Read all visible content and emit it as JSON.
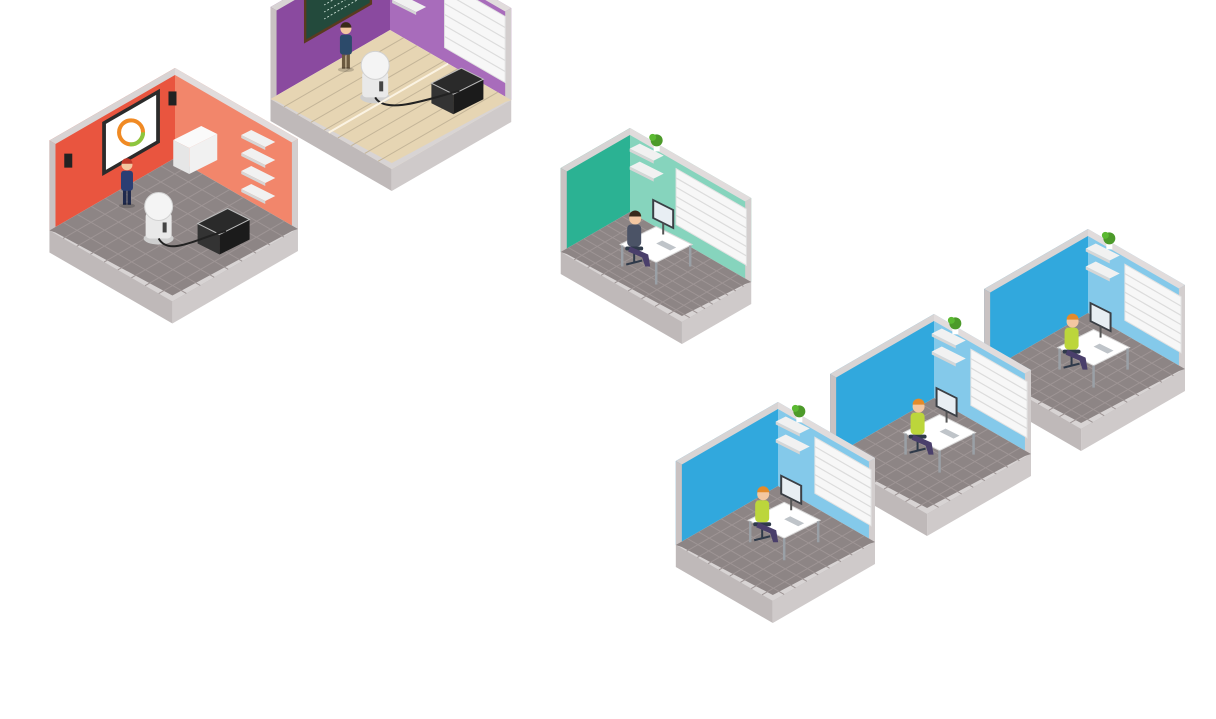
{
  "scene": {
    "rooms": [
      {
        "id": "room-presentation",
        "theme": "presentation",
        "left_wall": "#e9553f",
        "right_wall": "#f2866b",
        "floor": "#8d8585"
      },
      {
        "id": "room-classroom",
        "theme": "classroom",
        "left_wall": "#8a4a9f",
        "right_wall": "#a86cbb",
        "floor": "#e6d5b3"
      },
      {
        "id": "room-office-teal",
        "theme": "workstation",
        "left_wall": "#2bb293",
        "right_wall": "#86d4bd",
        "floor": "#8d8585",
        "person_shirt": "#4b5366"
      },
      {
        "id": "room-office-blue-1",
        "theme": "workstation",
        "left_wall": "#31a8dd",
        "right_wall": "#84c9ea",
        "floor": "#8d8585",
        "person_shirt": "#bcd63b"
      },
      {
        "id": "room-office-blue-2",
        "theme": "workstation",
        "left_wall": "#31a8dd",
        "right_wall": "#84c9ea",
        "floor": "#8d8585",
        "person_shirt": "#bcd63b"
      },
      {
        "id": "room-office-blue-3",
        "theme": "workstation",
        "left_wall": "#31a8dd",
        "right_wall": "#84c9ea",
        "floor": "#8d8585",
        "person_shirt": "#bcd63b"
      }
    ],
    "colors": {
      "slab_top": "#d8d4d4",
      "slab_left": "#bfb9b9",
      "slab_right": "#cfcaca",
      "shelf": "#f1f1f1",
      "plant": "#4c9a2a",
      "blackboard": "#234a3c",
      "screen": "#ffffff",
      "case": "#1b1b1b",
      "robot": "#e9e9e9"
    },
    "icons": [
      "person-icon",
      "monitor-icon",
      "robot-icon",
      "equipment-case-icon",
      "plant-icon",
      "shelf-icon",
      "blackboard-icon",
      "screen-icon",
      "speaker-icon"
    ]
  }
}
